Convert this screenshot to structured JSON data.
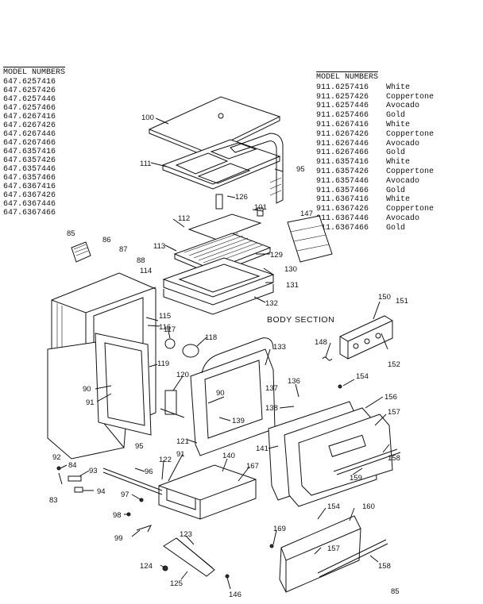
{
  "left_panel": {
    "title": "MODEL NUMBERS",
    "models": [
      "647.6257416",
      "647.6257426",
      "647.6257446",
      "647.6257466",
      "647.6267416",
      "647.6267426",
      "647.6267446",
      "647.6267466",
      "647.6357416",
      "647.6357426",
      "647.6357446",
      "647.6357466",
      "647.6367416",
      "647.6367426",
      "647.6367446",
      "647.6367466"
    ]
  },
  "right_panel": {
    "title": "MODEL NUMBERS",
    "models": [
      {
        "number": "911.6257416",
        "color": "White"
      },
      {
        "number": "911.6257426",
        "color": "Coppertone"
      },
      {
        "number": "911.6257446",
        "color": "Avocado"
      },
      {
        "number": "911.6257466",
        "color": "Gold"
      },
      {
        "number": "911.6267416",
        "color": "White"
      },
      {
        "number": "911.6267426",
        "color": "Coppertone"
      },
      {
        "number": "911.6267446",
        "color": "Avocado"
      },
      {
        "number": "911.6267466",
        "color": "Gold"
      },
      {
        "number": "911.6357416",
        "color": "White"
      },
      {
        "number": "911.6357426",
        "color": "Coppertone"
      },
      {
        "number": "911.6357446",
        "color": "Avocado"
      },
      {
        "number": "911.6357466",
        "color": "Gold"
      },
      {
        "number": "911.6367416",
        "color": "White"
      },
      {
        "number": "911.6367426",
        "color": "Coppertone"
      },
      {
        "number": "911.6367446",
        "color": "Avocado"
      },
      {
        "number": "911.6367466",
        "color": "Gold"
      }
    ]
  },
  "section_title": "BODY SECTION",
  "page_number": "85",
  "callouts": {
    "c100": "100",
    "c111": "111",
    "c95a": "95",
    "c126": "126",
    "c101": "101",
    "c147": "147",
    "c85": "85",
    "c86": "86",
    "c87": "87",
    "c88": "88",
    "c112": "112",
    "c113": "113",
    "c129": "129",
    "c130": "130",
    "c131": "131",
    "c132": "132",
    "c114": "114",
    "c115": "115",
    "c116": "116",
    "c117": "117",
    "c118": "118",
    "c133": "133",
    "c148": "148",
    "c150": "150",
    "c151": "151",
    "c152": "152",
    "c119": "119",
    "c120": "120",
    "c90a": "90",
    "c90b": "90",
    "c91a": "91",
    "c137": "137",
    "c136": "136",
    "c154a": "154",
    "c156": "156",
    "c138": "138",
    "c139": "139",
    "c157a": "157",
    "c92": "92",
    "c95b": "95",
    "c121": "121",
    "c141": "141",
    "c158a": "158",
    "c91b": "91",
    "c140": "140",
    "c167": "167",
    "c159": "159",
    "c84": "84",
    "c93": "93",
    "c96": "96",
    "c122": "122",
    "c83": "83",
    "c94": "94",
    "c97": "97",
    "c98": "98",
    "c154b": "154",
    "c160": "160",
    "c99": "99",
    "c123": "123",
    "c169": "169",
    "c157b": "157",
    "c124": "124",
    "c158b": "158",
    "c125": "125",
    "c146": "146"
  }
}
